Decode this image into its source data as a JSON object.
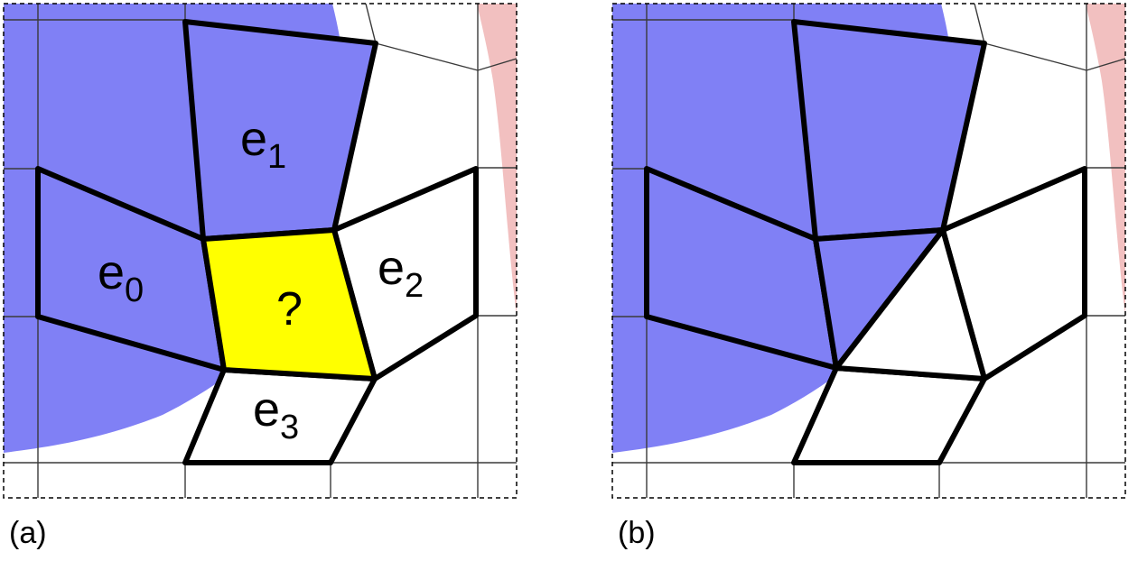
{
  "colors": {
    "inside": "#8080f5",
    "outside": "#ffffff",
    "unknown": "#ffff00",
    "pink": "#f2c0c0",
    "outline": "#000000"
  },
  "panel_a": {
    "caption": "(a)",
    "cells": [
      {
        "label": "e",
        "sub": "0",
        "fill": "inside"
      },
      {
        "label": "e",
        "sub": "1",
        "fill": "inside"
      },
      {
        "label": "e",
        "sub": "2",
        "fill": "outside"
      },
      {
        "label": "e",
        "sub": "3",
        "fill": "outside"
      },
      {
        "label": "?",
        "sub": "",
        "fill": "unknown"
      }
    ]
  },
  "panel_b": {
    "caption": "(b)"
  }
}
